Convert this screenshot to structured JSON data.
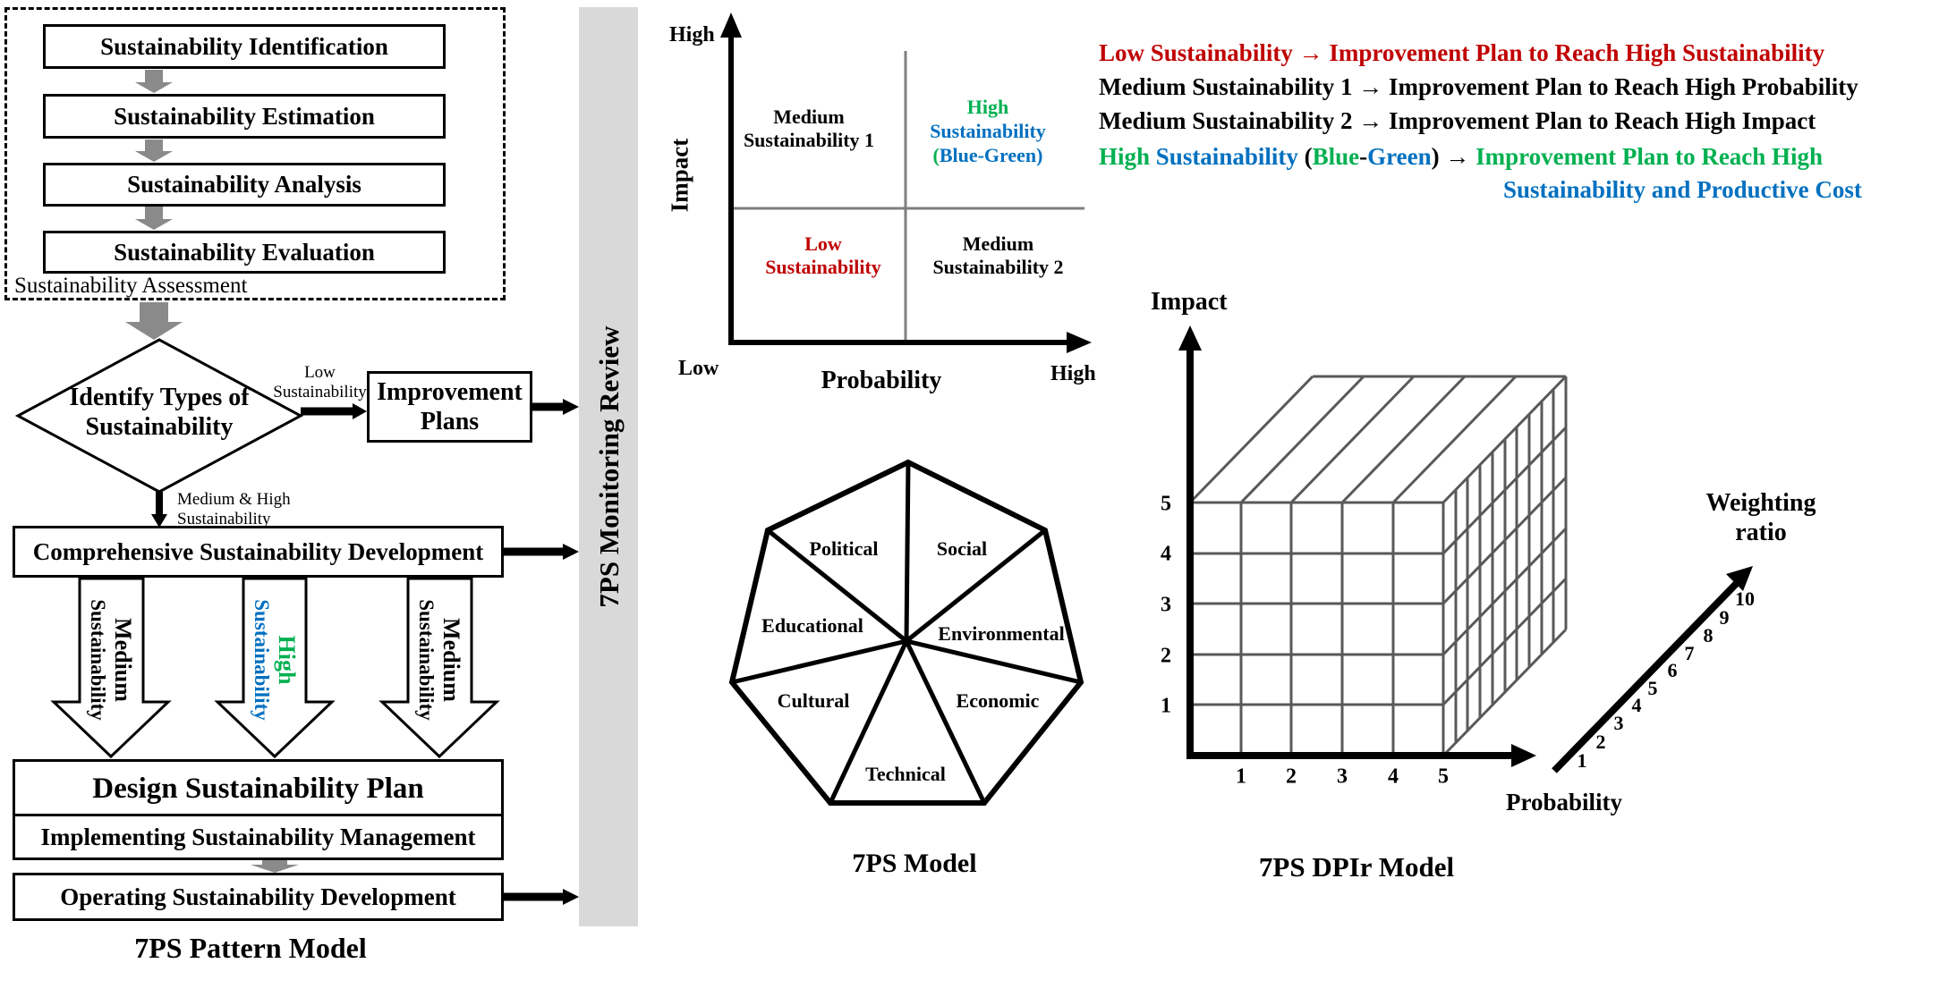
{
  "colors": {
    "red": "#C00000",
    "green": "#00B050",
    "blue": "#0070C0",
    "gray_arrow": "#8a8a8a",
    "monitoring_bar_bg": "#D9D9D9",
    "cube_grid": "#595959",
    "matrix_cross": "#7f7f7f"
  },
  "pattern_model": {
    "steps": [
      "Sustainability Identification",
      "Sustainability Estimation",
      "Sustainability Analysis",
      "Sustainability Evaluation"
    ],
    "assessment_caption": "Sustainability Assessment",
    "decision": {
      "l1": "Identify Types of",
      "l2": "Sustainability"
    },
    "low_label": {
      "l1": "Low",
      "l2": "Sustainability"
    },
    "improvement": {
      "l1": "Improvement",
      "l2": "Plans"
    },
    "medium_high_label": {
      "l1": "Medium & High",
      "l2": "Sustainability"
    },
    "comprehensive": "Comprehensive Sustainability Development",
    "flow_arrows": [
      {
        "word1": "Medium",
        "word2": "Sustainability"
      },
      {
        "word1": "High",
        "word2": "Sustainability"
      },
      {
        "word1": "Medium",
        "word2": "Sustainability"
      }
    ],
    "design": "Design Sustainability Plan",
    "implementing": "Implementing Sustainability Management",
    "operating": "Operating Sustainability Development",
    "title": "7PS Pattern Model"
  },
  "monitoring_bar": {
    "label": "7PS Monitoring Review"
  },
  "matrix": {
    "impact_axis": "Impact",
    "probability_axis": "Probability",
    "high_top": "High",
    "low": "Low",
    "high_right": "High",
    "q_medium1": {
      "l1": "Medium",
      "l2": "Sustainability 1"
    },
    "q_high": {
      "l1": "High",
      "l2": "Sustainability",
      "l3_open": "(",
      "l3_text": "Blue-Green)"
    },
    "q_low": {
      "l1": "Low",
      "l2": "Sustainability"
    },
    "q_medium2": {
      "l1": "Medium",
      "l2": "Sustainability 2"
    }
  },
  "legend": {
    "l1": "Low Sustainability → Improvement Plan to Reach High Sustainability",
    "l2": "Medium Sustainability 1 → Improvement Plan to Reach High Probability",
    "l3": "Medium Sustainability 2 → Improvement Plan to Reach High Impact",
    "l4": {
      "high": "High",
      "sustainability": " Sustainability ",
      "open": "(",
      "blue": "Blue",
      "dash": "-",
      "green": "Green",
      "close": ") ",
      "arrow": "→ ",
      "rest": "Improvement Plan to Reach High"
    },
    "l5": "Sustainability and Productive Cost"
  },
  "heptagon": {
    "labels": [
      "Political",
      "Social",
      "Educational",
      "Environmental",
      "Cultural",
      "Economic",
      "Technical"
    ],
    "title": "7PS Model"
  },
  "dpir": {
    "impact_label": "Impact",
    "probability_label": "Probability",
    "weighting": {
      "l1": "Weighting",
      "l2": "ratio"
    },
    "impact_ticks": [
      "5",
      "4",
      "3",
      "2",
      "1"
    ],
    "probability_ticks": [
      "1",
      "2",
      "3",
      "4",
      "5"
    ],
    "weighting_ticks": [
      "1",
      "2",
      "3",
      "4",
      "5",
      "6",
      "7",
      "8",
      "9",
      "10"
    ],
    "title": "7PS DPIr Model"
  }
}
